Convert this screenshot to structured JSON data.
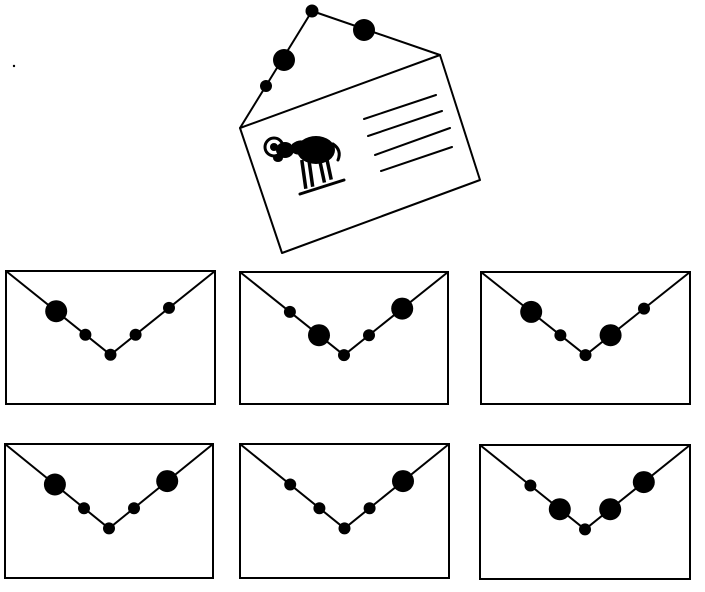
{
  "colors": {
    "ink": "#000000",
    "paper": "#ffffff"
  },
  "puzzle": {
    "sample_card": {
      "picture_icon": "ram-icon",
      "string_beads": [
        "small",
        "large",
        "small",
        "large"
      ]
    },
    "option_envelopes": [
      {
        "beads": [
          "large",
          "small",
          "small",
          "small"
        ]
      },
      {
        "beads": [
          "small",
          "large",
          "small",
          "large"
        ]
      },
      {
        "beads": [
          "large",
          "small",
          "large",
          "small"
        ]
      },
      {
        "beads": [
          "large",
          "small",
          "small",
          "large"
        ]
      },
      {
        "beads": [
          "small",
          "small",
          "small",
          "large"
        ]
      },
      {
        "beads": [
          "small",
          "large",
          "large",
          "large"
        ]
      }
    ]
  }
}
